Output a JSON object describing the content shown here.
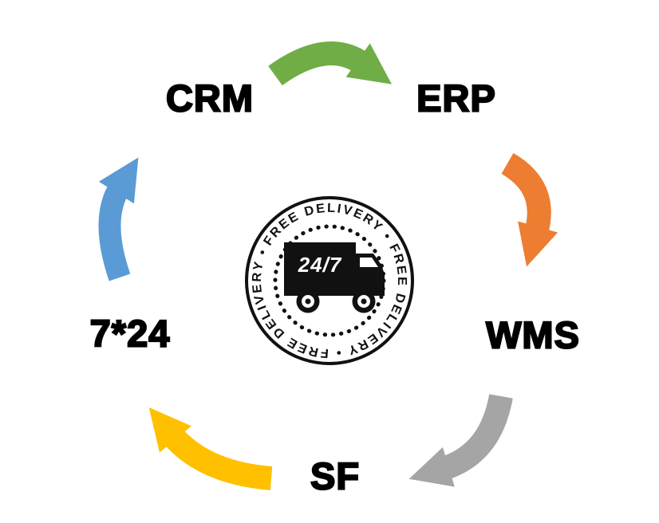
{
  "diagram": {
    "background": "#ffffff",
    "text_color": "#000000",
    "nodes": [
      {
        "id": "crm",
        "label": "CRM"
      },
      {
        "id": "erp",
        "label": "ERP"
      },
      {
        "id": "wms",
        "label": "WMS"
      },
      {
        "id": "sf",
        "label": "SF"
      },
      {
        "id": "seven-by-24",
        "label": "7*24"
      }
    ],
    "arrows": [
      {
        "from": "crm",
        "to": "erp",
        "color": "#70AD47"
      },
      {
        "from": "erp",
        "to": "wms",
        "color": "#ED7D31"
      },
      {
        "from": "wms",
        "to": "sf",
        "color": "#A5A5A5"
      },
      {
        "from": "sf",
        "to": "seven-by-24",
        "color": "#FFC000"
      },
      {
        "from": "seven-by-24",
        "to": "crm",
        "color": "#5B9BD5"
      }
    ],
    "badge": {
      "ring_text": "FREE DELIVERY • FREE DELIVERY • FREE DELIVERY •",
      "truck_label": "24/7",
      "ink_color": "#111111"
    }
  }
}
